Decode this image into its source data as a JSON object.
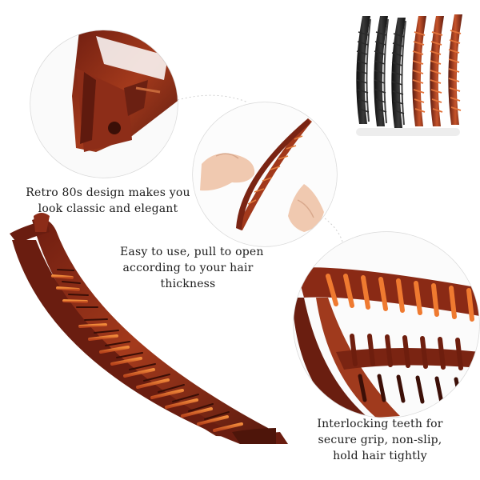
{
  "captions": {
    "retro_design": {
      "line1": "Retro 80s design makes you",
      "line2": "look classic and elegant"
    },
    "easy_to_use": {
      "line1": "Easy to use, pull to open",
      "line2": "according to your hair",
      "line3": "thickness"
    },
    "interlocking_teeth": {
      "line1": "Interlocking teeth for",
      "line2": "secure grip, non-slip,",
      "line3": "hold hair tightly"
    }
  },
  "product": {
    "clip_colors": [
      "black",
      "black",
      "black",
      "brown",
      "brown",
      "brown"
    ],
    "colors": {
      "tortoise_dark": "#5a1a0f",
      "tortoise_mid": "#8a2e1a",
      "tortoise_light": "#c85a2a",
      "tooth_orange": "#e8782f",
      "black_clip": "#1c1c1c",
      "circle_border": "#d8d8d8",
      "skin": "#f0c9b0"
    }
  }
}
